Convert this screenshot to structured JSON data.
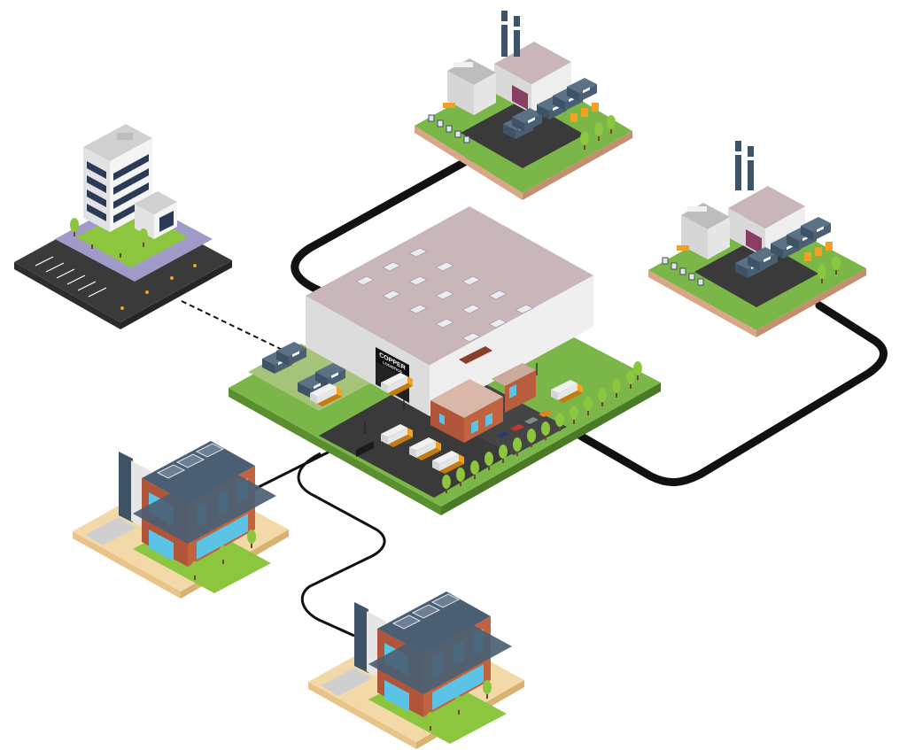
{
  "warehouse": {
    "sign_line1": "COPPER",
    "sign_line2": "LOGISTICS"
  },
  "connections": [
    {
      "from": "warehouse",
      "to": "factory-north",
      "style": "thick-solid"
    },
    {
      "from": "warehouse",
      "to": "factory-east",
      "style": "thick-solid"
    },
    {
      "from": "warehouse",
      "to": "office-building",
      "style": "dashed"
    },
    {
      "from": "warehouse",
      "to": "house-west",
      "style": "thin-solid"
    },
    {
      "from": "warehouse",
      "to": "house-south",
      "style": "thin-solid"
    }
  ],
  "colors": {
    "grass": "#7ab648",
    "road": "#3a3a3a",
    "warehouse_roof": "#c9b6b8",
    "warehouse_wall": "#e9e9e9",
    "truck_cab": "#f2a122",
    "container": "#4a5f73",
    "house_brick": "#b0553a",
    "sand_base": "#f3d9a8",
    "office_plaza": "#9f9ac8",
    "link_line": "#111111"
  },
  "icons": [
    "factory-icon",
    "warehouse-icon",
    "office-icon",
    "house-icon",
    "truck-icon",
    "container-icon",
    "tree-icon",
    "solar-panel-icon"
  ]
}
